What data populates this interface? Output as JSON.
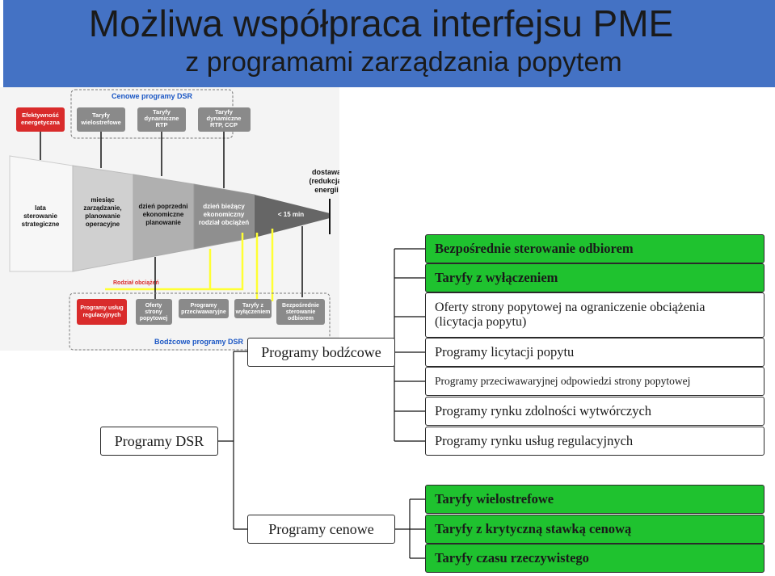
{
  "slide": {
    "title": "Możliwa współpraca interfejsu PME",
    "subtitle": "z programami zarządzania popytem"
  },
  "figure": {
    "price_group_label": "Cenowe programy DSR",
    "incentive_group_label": "Bodźcowe programy DSR",
    "top_boxes": [
      "Efektywność energetyczna",
      "Taryfy wielostrefowe",
      "Taryfy dynamiczne RTP",
      "Taryfy dynamiczne RTP, CCP"
    ],
    "horizon": [
      "lata sterowanie strategiczne",
      "miesiąc zarządzanie, planowanie operacyjne",
      "dzień poprzedni ekonomiczne planowanie",
      "dzień bieżący ekonomiczny rodział obciążeń",
      "< 15 min"
    ],
    "delivery_label": "dostawa (redukcja) energii",
    "load_label": "Rodział obciążeń",
    "bottom_boxes": [
      "Programy usług regulacyjnych",
      "Oferty strony popytowej",
      "Programy przeciwawaryjne",
      "Taryfy z wyłączeniem",
      "Bezpośrednie sterowanie odbiorem"
    ]
  },
  "tree": {
    "root": "Programy DSR",
    "incentive": "Programy bodźcowe",
    "price": "Programy cenowe",
    "incentive_items": [
      "Bezpośrednie sterowanie odbiorem",
      "Taryfy z wyłączeniem",
      "Oferty strony popytowej na ograniczenie obciążenia",
      "(licytacja popytu)",
      "Programy licytacji popytu",
      "Programy  przeciwawaryjnej odpowiedzi strony popytowej",
      "Programy rynku zdolności wytwórczych",
      "Programy  rynku  usług regulacyjnych"
    ],
    "price_items": [
      "Taryfy wielostrefowe",
      "Taryfy z krytyczną stawką cenową",
      "Taryfy czasu rzeczywistego"
    ]
  },
  "colors": {
    "header": "#4472c4",
    "green": "#1fc22f",
    "yellow": "#ffff33"
  }
}
